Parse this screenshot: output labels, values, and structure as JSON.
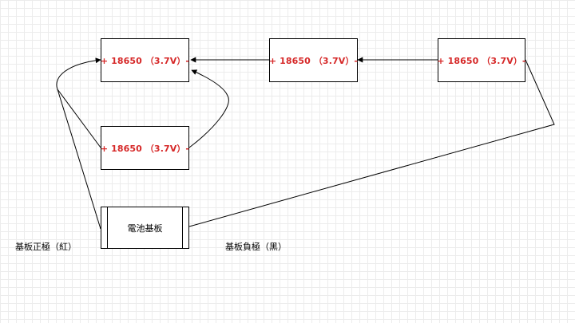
{
  "diagram": {
    "batteries": [
      {
        "label": "+ 18650 （3.7V）-"
      },
      {
        "label": "+ 18650 （3.7V）-"
      },
      {
        "label": "+ 18650 （3.7V）-"
      },
      {
        "label": "+ 18650 （3.7V）-"
      }
    ],
    "board": {
      "label": "電池基板"
    },
    "labels": {
      "positive": "基板正極（紅）",
      "negative": "基板負極（黑）"
    },
    "colors": {
      "battery_text": "#d62828",
      "line": "#000000",
      "grid": "#ececec"
    }
  }
}
